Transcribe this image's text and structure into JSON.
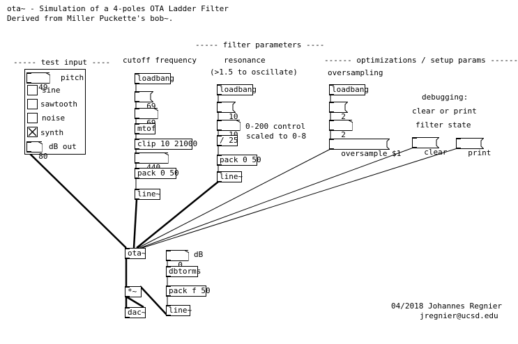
{
  "header": {
    "title": "ota~ - Simulation of a 4-poles OTA Ladder Filter",
    "subtitle": "Derived from Miller Puckette's bob~."
  },
  "sections": {
    "filter_parameters": "----- filter parameters ----",
    "test_input": "----- test input ----",
    "cutoff": "cutoff frequency",
    "resonance": "resonance",
    "resonance_hint": "(>1.5 to oscillate)",
    "resonance_control_1": "0-200 control",
    "resonance_control_2": "scaled to 0-8",
    "optimizations": "------ optimizations / setup params -------",
    "oversampling": "oversampling",
    "debug_1": "debugging:",
    "debug_2": "clear or print",
    "debug_3": "filter state",
    "db": "dB"
  },
  "test_input": {
    "pitch_value": "49",
    "pitch_label": "pitch",
    "sine_label": "sine",
    "sawtooth_label": "sawtooth",
    "noise_label": "noise",
    "synth_label": "synth",
    "db_out_value": "80",
    "db_out_label": "dB out"
  },
  "cutoff_chain": {
    "loadbang": "loadbang",
    "msg_69": "69",
    "num_69": "69",
    "mtof": "mtof",
    "clip": "clip 10 21000",
    "num_440": "440",
    "pack": "pack 0 50",
    "line": "line~"
  },
  "resonance_chain": {
    "loadbang": "loadbang",
    "msg_10": "10",
    "num_10": "10",
    "div": "/ 25",
    "pack": "pack 0 50",
    "line": "line~"
  },
  "oversampling_chain": {
    "loadbang": "loadbang",
    "msg_2": "2",
    "num_2": "2",
    "oversample": "oversample $1"
  },
  "debug_chain": {
    "clear": "clear",
    "print": "print"
  },
  "output_chain": {
    "ota": "ota~",
    "mul": "*~",
    "dac": "dac~",
    "db_num": "0",
    "dbtorms": "dbtorms",
    "pack": "pack f 50",
    "line": "line~"
  },
  "credits": {
    "line1": "04/2018 Johannes Regnier",
    "line2": "jregnier@ucsd.edu"
  },
  "toggle_states": {
    "sine": false,
    "sawtooth": false,
    "noise": false,
    "synth": true
  }
}
